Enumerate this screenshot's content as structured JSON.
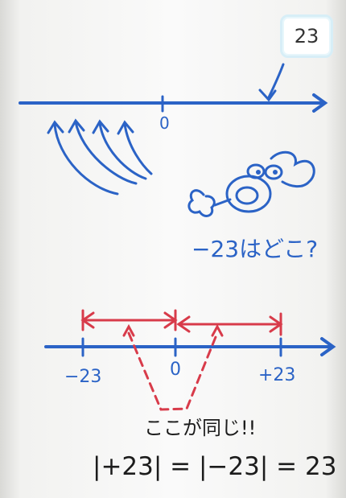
{
  "card": {
    "label": "23"
  },
  "top_line": {
    "zero_label": "0"
  },
  "character": {
    "question": "−23はどこ?"
  },
  "bottom_line": {
    "left_label": "−23",
    "zero_label": "0",
    "right_label": "+23"
  },
  "note": {
    "same_text": "ここが同じ!!"
  },
  "equation": {
    "text": "|+23| = |−23| = 23"
  },
  "colors": {
    "blue": "#2b63c6",
    "red": "#d83b4a"
  }
}
